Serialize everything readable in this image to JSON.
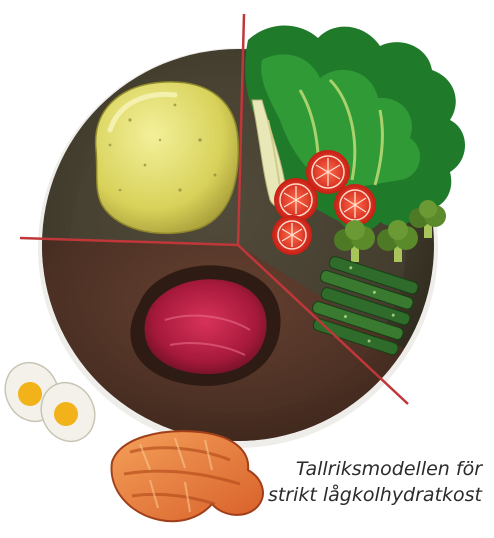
{
  "caption": {
    "line1": "Tallriksmodellen för",
    "line2": "strikt lågkolhydratkost"
  },
  "plate": {
    "sections": [
      "potato",
      "vegetables",
      "meat"
    ],
    "colors": {
      "plate_rim": "#2f2a22",
      "potato_section": "#4a4434",
      "veg_section": "#3f3a2d",
      "meat_section": "#4b2e22",
      "divider": "#c0373a"
    }
  },
  "icons": [
    "potato-icon",
    "lettuce-icon",
    "tomato-slices-icon",
    "broccoli-icon",
    "cucumber-icon",
    "steak-icon",
    "boiled-egg-icon",
    "salmon-steak-icon"
  ]
}
